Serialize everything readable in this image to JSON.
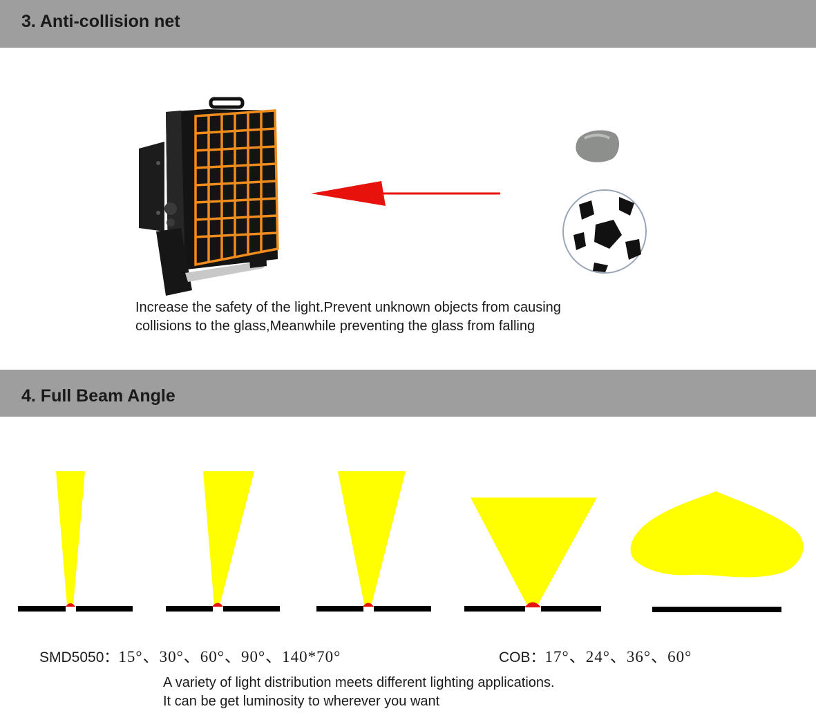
{
  "sections": [
    {
      "title": "3. Anti-collision net"
    },
    {
      "title": "4. Full Beam Angle"
    }
  ],
  "anticollision": {
    "caption_line1": "Increase the safety of the light.Prevent unknown objects from causing",
    "caption_line2": "collisions to the glass,Meanwhile preventing the glass from falling",
    "net_color": "#f08c1e",
    "arrow_color": "#e8120c"
  },
  "beam": {
    "beam_color": "#ffff00",
    "led_color": "#e8120c",
    "smd_label": "SMD5050：",
    "smd_values": "15°、30°、60°、90°、140*70°",
    "cob_label": "COB：",
    "cob_values": "17°、24°、36°、60°",
    "caption_line1": "A variety of light distribution meets different lighting applications.",
    "caption_line2": "It can be get luminosity to wherever you want"
  }
}
